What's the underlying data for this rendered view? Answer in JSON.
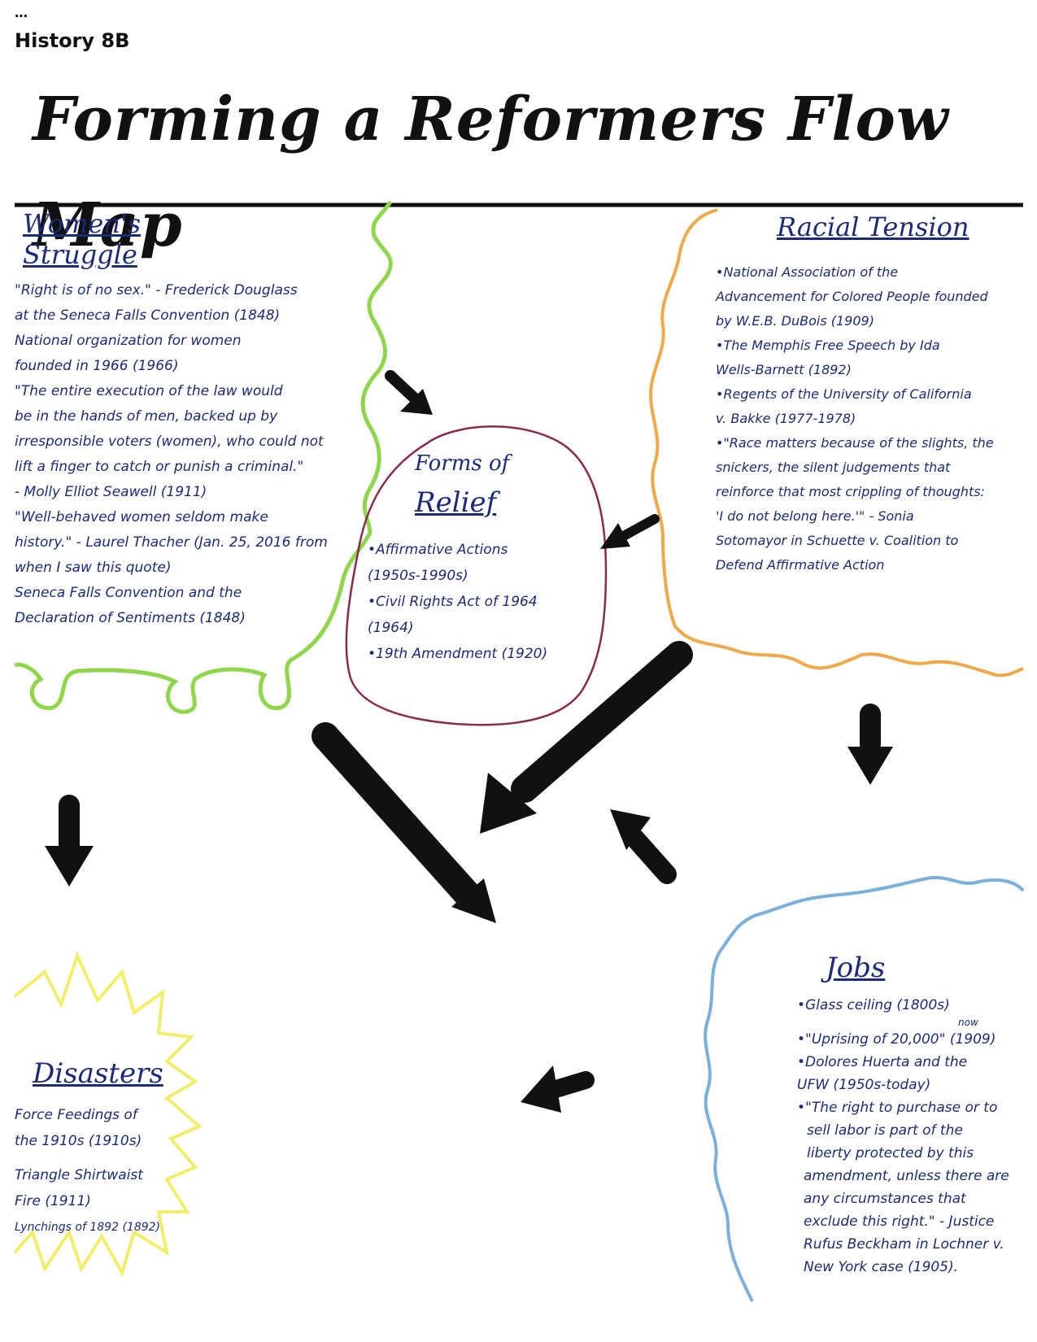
{
  "header": {
    "line1": "…",
    "line2": "History 8B"
  },
  "title": "Forming a Reformers Flow Map",
  "colors": {
    "ink": "#1b2a7a",
    "black": "#111111",
    "womens_border": "#8ed64a",
    "racial_border": "#f0a848",
    "relief_border": "#8a2a50",
    "jobs_border": "#7ab0dc",
    "disasters_border": "#f2ee6a"
  },
  "womens": {
    "title_line1": "Women's",
    "title_line2": "Struggle",
    "lines": [
      "\"Right is of no sex.\" - Frederick Douglass",
      "at the Seneca Falls Convention (1848)",
      "National organization for women",
      "founded in 1966 (1966)",
      "\"The entire execution of the law would",
      "be in the hands of men, backed up by",
      "irresponsible voters (women), who could not",
      "lift a finger to catch or punish a criminal.\"",
      "- Molly Elliot Seawell (1911)",
      "\"Well-behaved women seldom make",
      "history.\" - Laurel Thacher (Jan. 25, 2016 from",
      "when I saw this quote)",
      "Seneca Falls Convention and the",
      "Declaration of Sentiments (1848)"
    ]
  },
  "racial": {
    "title": "Racial Tension",
    "lines": [
      "•National Association of the",
      "Advancement for Colored People founded",
      "by W.E.B. DuBois (1909)",
      "•The Memphis Free Speech by Ida",
      "Wells-Barnett (1892)",
      "•Regents of the University of California",
      "v. Bakke (1977-1978)",
      "•\"Race matters because of the slights, the",
      "snickers, the silent judgements that",
      "reinforce that most crippling of thoughts:",
      "'I do not belong here.'\" - Sonia",
      "Sotomayor in Schuette v. Coalition to",
      "Defend Affirmative Action"
    ]
  },
  "relief": {
    "title_line1": "Forms of",
    "title_line2": "Relief",
    "lines": [
      "•Affirmative Actions",
      "(1950s-1990s)",
      "•Civil Rights Act of 1964",
      "(1964)",
      "•19th Amendment (1920)"
    ]
  },
  "jobs": {
    "title": "Jobs",
    "lines": [
      "•Glass ceiling (1800s)",
      "now",
      "•\"Uprising of 20,000\" (1909)",
      "•Dolores Huerta and the",
      "UFW (1950s-today)",
      "•\"The right to purchase or to",
      "sell labor is part of the",
      "liberty protected by this",
      "amendment, unless there are",
      "any circumstances that",
      "exclude this right.\" - Justice",
      "Rufus Beckham in Lochner v.",
      "New York case (1905)."
    ]
  },
  "disasters": {
    "title": "Disasters",
    "lines": [
      "Force Feedings of",
      "the 1910s (1910s)",
      "Triangle Shirtwaist",
      "Fire (1911)",
      "Lynchings of 1892 (1892)"
    ]
  }
}
